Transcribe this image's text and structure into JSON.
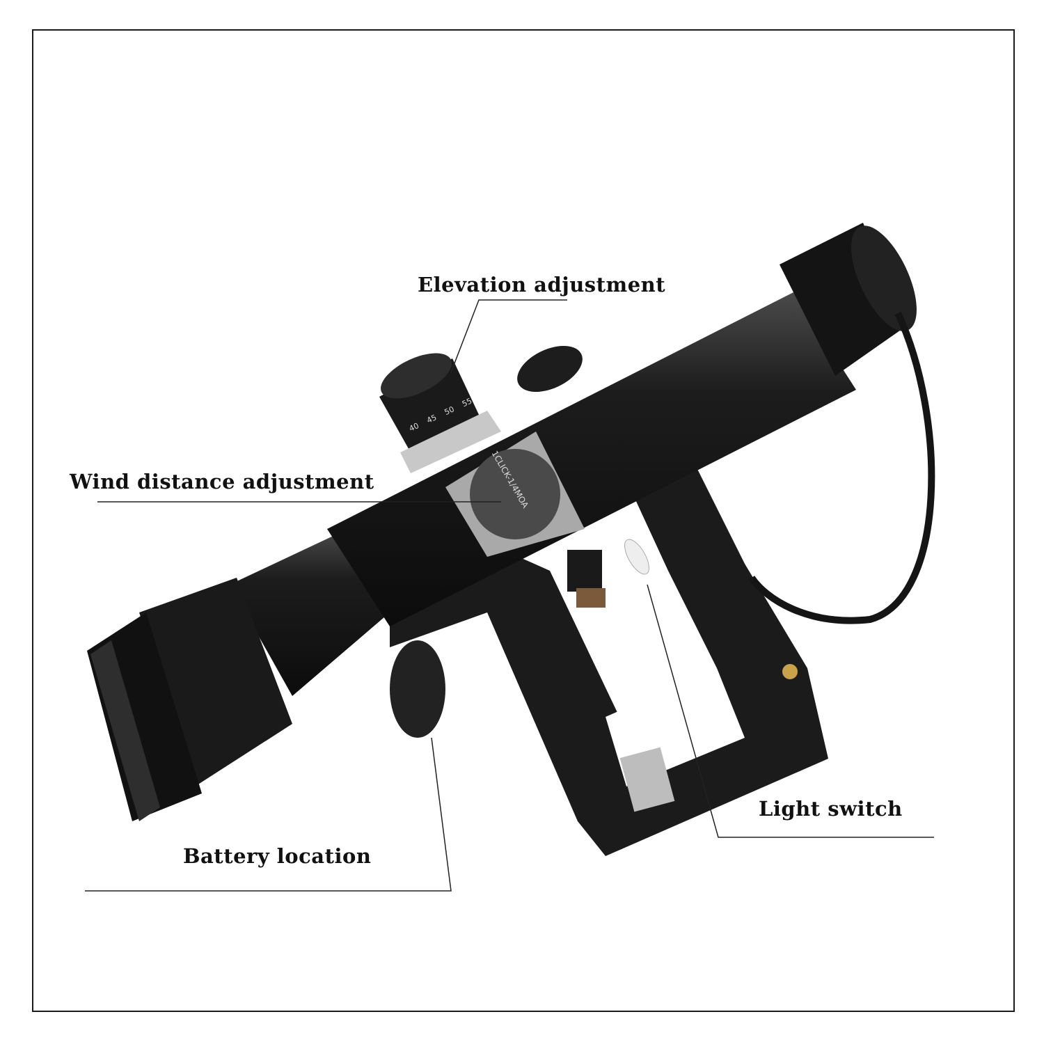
{
  "labels": {
    "elevation": "Elevation adjustment",
    "wind": "Wind distance adjustment",
    "battery": "Battery location",
    "light": "Light switch"
  },
  "turret_markings": {
    "scale": [
      "40",
      "45",
      "50",
      "55"
    ],
    "cap": "1CLICK-1/4MOA"
  },
  "colors": {
    "scope_body": "#151515",
    "highlight": "#3a3a3a",
    "brass": "#c9a24a",
    "leader": "#222222"
  }
}
